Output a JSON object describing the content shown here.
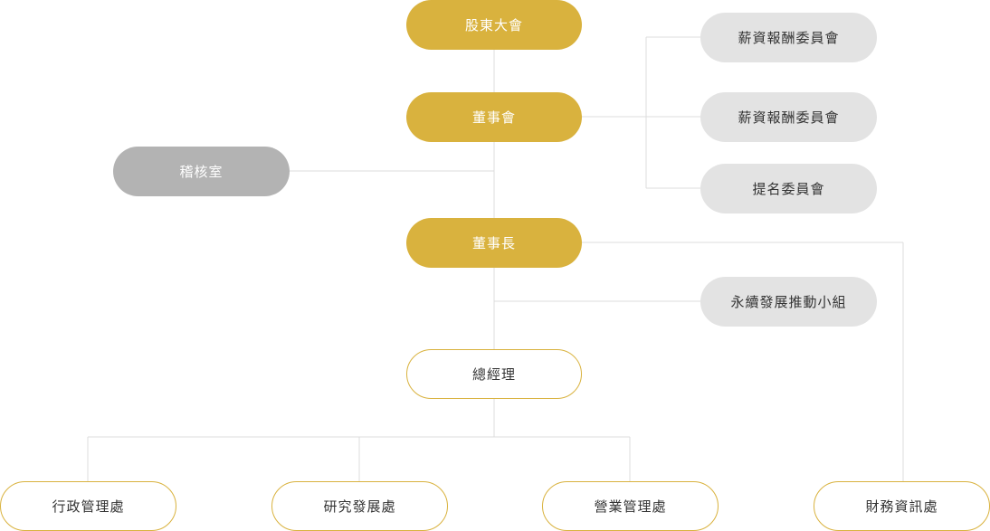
{
  "colors": {
    "gold": "#d9b23e",
    "gray": "#b3b3b3",
    "light_gray": "#e3e3e3",
    "line": "#dcdcdc"
  },
  "nodes": {
    "shareholders_meeting": "股東大會",
    "board_of_directors": "董事會",
    "audit_office": "稽核室",
    "chairman": "董事長",
    "general_manager": "總經理",
    "committees": [
      "薪資報酬委員會",
      "薪資報酬委員會",
      "提名委員會"
    ],
    "sustainability_group": "永續發展推動小組",
    "departments": [
      "行政管理處",
      "研究發展處",
      "營業管理處",
      "財務資訊處"
    ]
  }
}
